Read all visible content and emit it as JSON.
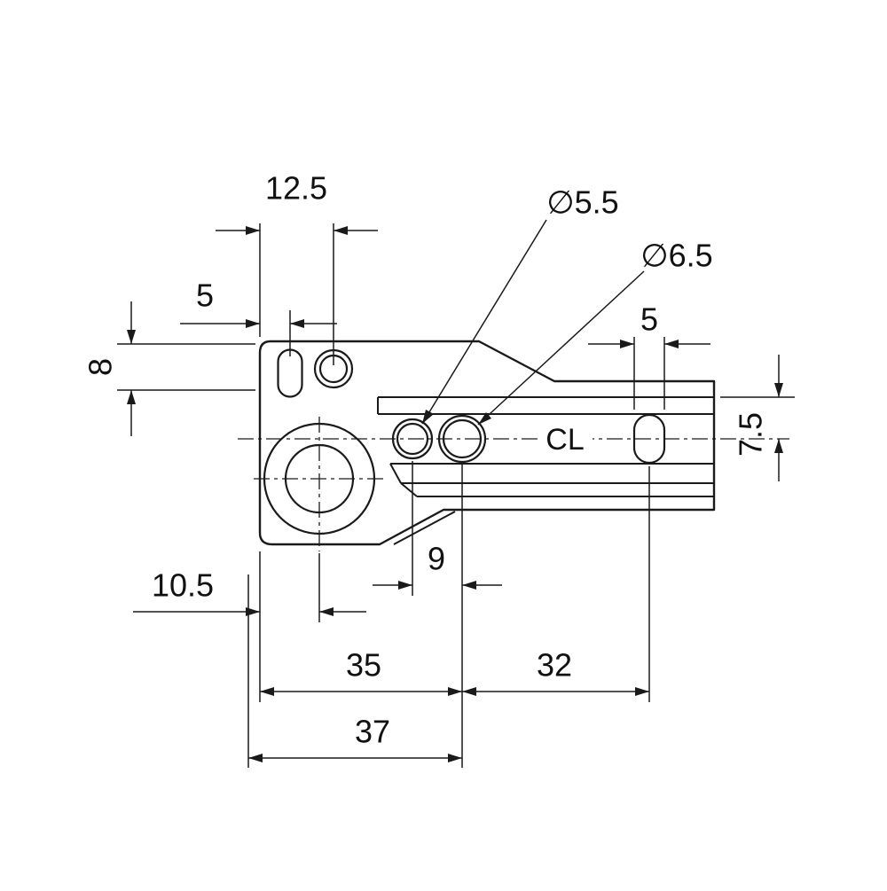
{
  "drawing": {
    "labels": {
      "top_width": "12.5",
      "slot_offset": "5",
      "left_height": "8",
      "hole_small": "∅5.5",
      "hole_large": "∅6.5",
      "oval_width": "5",
      "rail_half_height": "7.5",
      "center_line": "CL",
      "hole_spacing": "9",
      "circle_offset": "10.5",
      "span_35": "35",
      "span_32": "32",
      "span_37": "37"
    },
    "colors": {
      "line": "#1a1a1a",
      "background": "#ffffff"
    }
  }
}
